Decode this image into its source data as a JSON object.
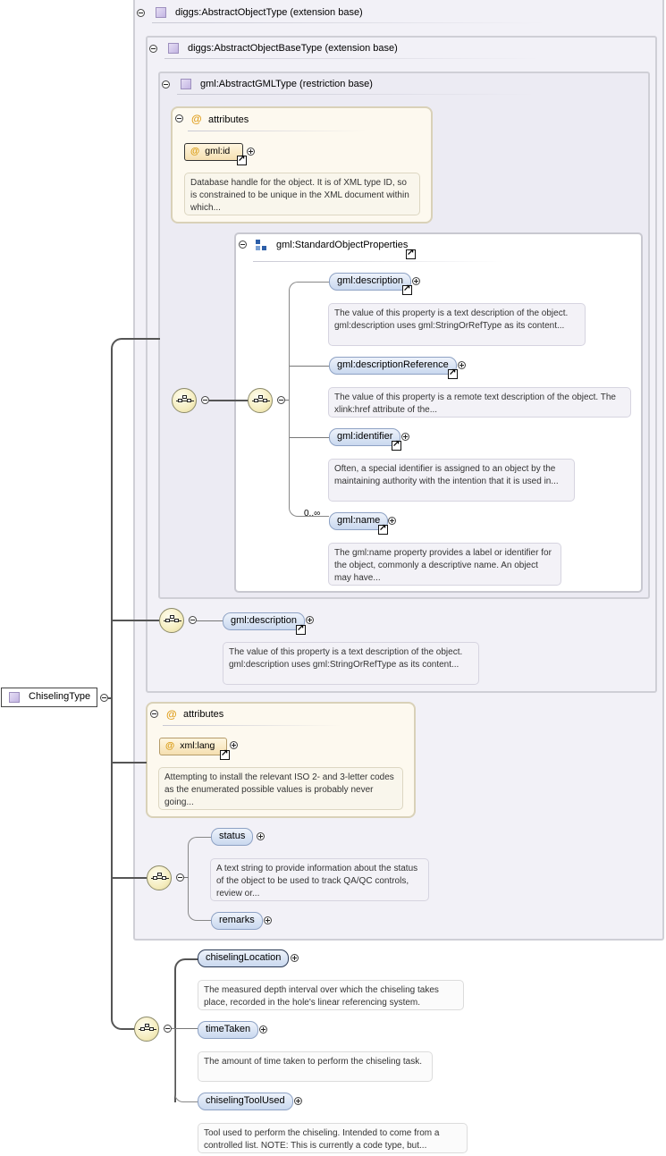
{
  "root": {
    "name": "ChiselingType"
  },
  "extensions": {
    "abstract_object": {
      "title": "diggs:AbstractObjectType (extension base)"
    },
    "abstract_object_base": {
      "title": "diggs:AbstractObjectBaseType (extension base)"
    },
    "abstract_gml": {
      "title": "gml:AbstractGMLType (restriction base)"
    }
  },
  "gml_attributes": {
    "label": "attributes",
    "id_attr": "gml:id",
    "id_doc": "Database handle for the object. It is of XML type ID, so is constrained to be unique in the XML document within which..."
  },
  "standard_props": {
    "title": "gml:StandardObjectProperties",
    "multiplicity": "0..∞",
    "elements": [
      {
        "name": "gml:description",
        "doc": "The value of this property is a text description of the object. gml:description uses gml:StringOrRefType as its content..."
      },
      {
        "name": "gml:descriptionReference",
        "doc": "The value of this property is a remote text description of the object. The xlink:href attribute of the..."
      },
      {
        "name": "gml:identifier",
        "doc": "Often, a special identifier is assigned to an object by the maintaining authority with the intention that it is used in..."
      },
      {
        "name": "gml:name",
        "doc": "The gml:name property provides a label or identifier for the object, commonly a descriptive name. An object may have..."
      }
    ]
  },
  "base_description": {
    "name": "gml:description",
    "doc": "The value of this property is a text description of the object. gml:description uses gml:StringOrRefType as its content..."
  },
  "lang_attributes": {
    "label": "attributes",
    "attr": "xml:lang",
    "doc": "Attempting to install the relevant ISO 2- and 3-letter codes as the enumerated possible values is probably never going..."
  },
  "status_group": {
    "status": "status",
    "status_doc": "A text string to provide information about the status of the object to be used to track QA/QC controls, review or...",
    "remarks": "remarks"
  },
  "chiseling": {
    "elements": [
      {
        "name": "chiselingLocation",
        "doc": "The measured depth interval over which the chiseling takes place, recorded in the hole's linear referencing system."
      },
      {
        "name": "timeTaken",
        "doc": "The amount of time taken to perform the chiseling task."
      },
      {
        "name": "chiselingToolUsed",
        "doc": "Tool used to perform the chiseling. Intended to come from a controlled list. NOTE: This is currently a code type, but..."
      }
    ]
  }
}
